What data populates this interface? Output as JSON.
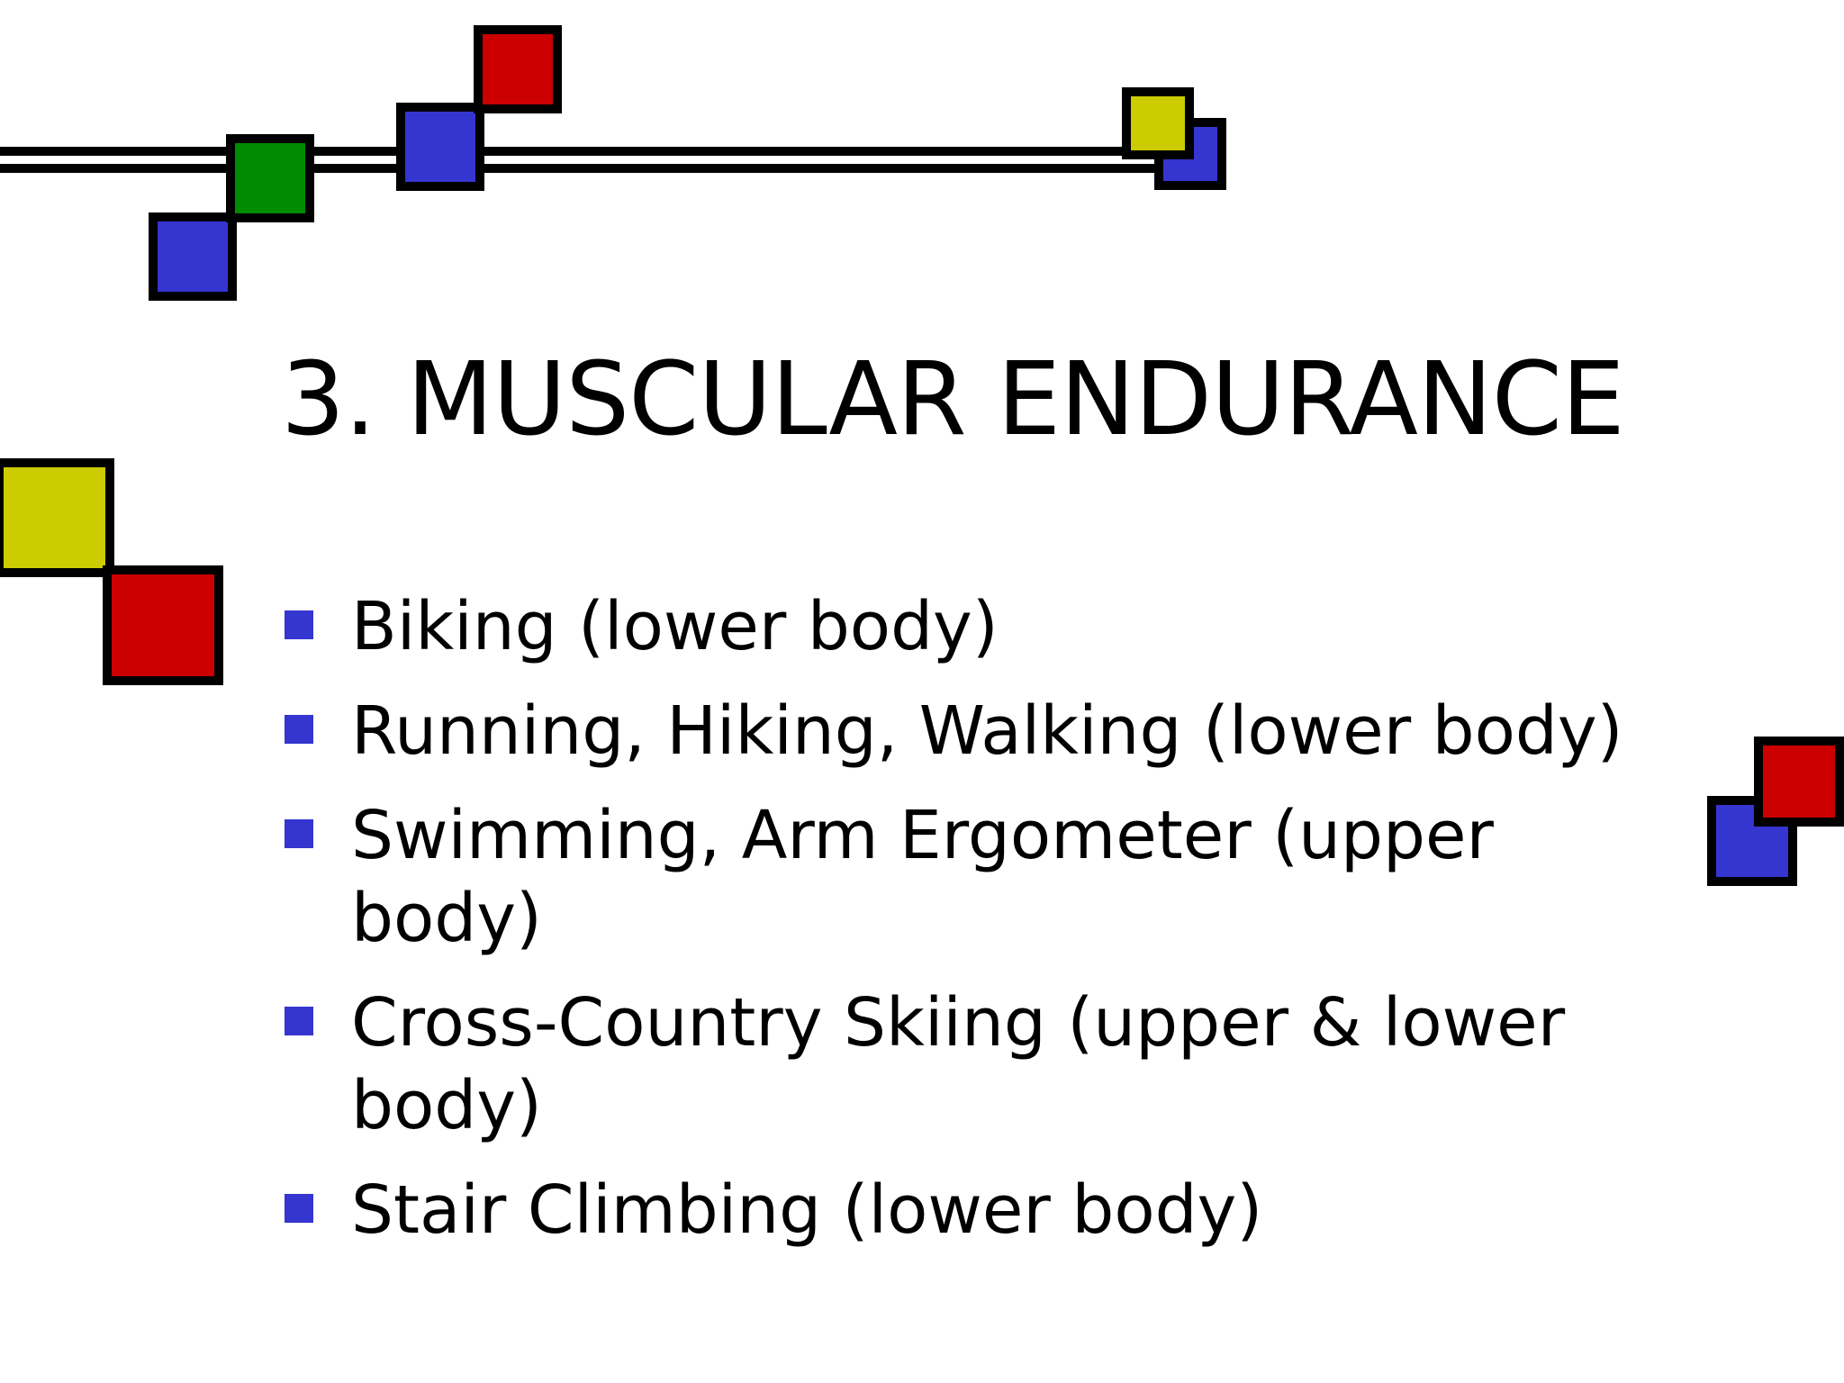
{
  "slide": {
    "title": "3. MUSCULAR ENDURANCE",
    "bullets": [
      "Biking (lower body)",
      "Running, Hiking, Walking (lower body)",
      "Swimming, Arm Ergometer (upper body)",
      "Cross-Country Skiing (upper & lower body)",
      "Stair Climbing (lower body)"
    ]
  },
  "colors": {
    "blue": "#3535d0",
    "red": "#cc0000",
    "green": "#008c00",
    "yellow": "#cccc00",
    "outline": "#000000",
    "text": "#000000",
    "background": "#ffffff"
  }
}
